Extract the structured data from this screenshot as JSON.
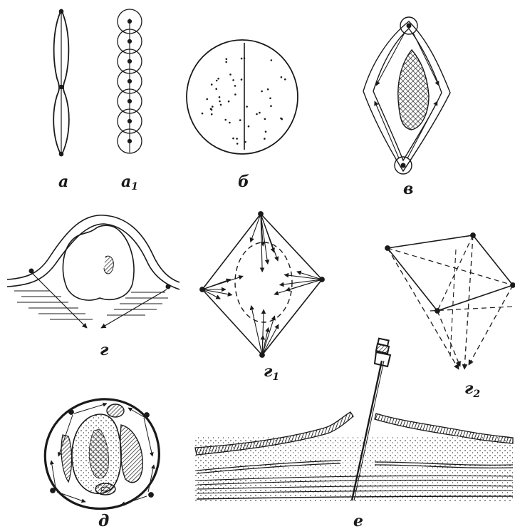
{
  "panels": [
    {
      "id": "a",
      "letter": "а",
      "sub": ""
    },
    {
      "id": "a1",
      "letter": "а",
      "sub": "1"
    },
    {
      "id": "b",
      "letter": "б",
      "sub": ""
    },
    {
      "id": "v",
      "letter": "в",
      "sub": ""
    },
    {
      "id": "g",
      "letter": "г",
      "sub": ""
    },
    {
      "id": "g1",
      "letter": "г",
      "sub": "1"
    },
    {
      "id": "g2",
      "letter": "г",
      "sub": "2"
    },
    {
      "id": "d",
      "letter": "д",
      "sub": ""
    },
    {
      "id": "e",
      "letter": "е",
      "sub": ""
    }
  ],
  "colors": {
    "ink": "#1a1a1a",
    "background": "#ffffff"
  }
}
